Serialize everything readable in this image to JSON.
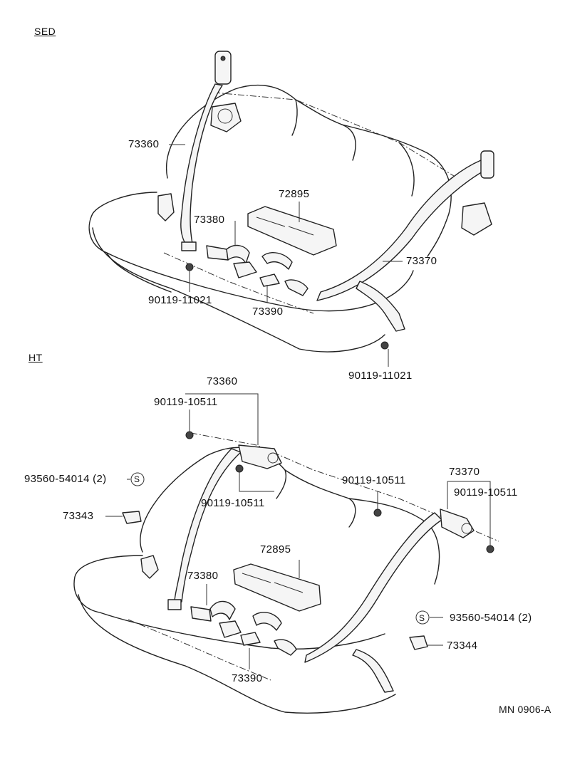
{
  "sections": {
    "sed": "SED",
    "ht": "HT"
  },
  "sed_labels": {
    "belt_front_left": "73360",
    "seat_belt_cover": "72895",
    "buckle_left": "73380",
    "belt_right": "73370",
    "bolt_left": "90119-11021",
    "buckle_center": "73390",
    "bolt_right": "90119-11021"
  },
  "ht_labels": {
    "belt_left": "73360",
    "bolt_top": "90119-10511",
    "screw_left": "93560-54014 (2)",
    "screw_left_symbol": "S",
    "bolt_left_lower": "90119-10511",
    "cover_left": "73343",
    "bolt_mid": "90119-10511",
    "belt_right": "73370",
    "bolt_right": "90119-10511",
    "seat_belt_cover": "72895",
    "buckle_left": "73380",
    "screw_right": "93560-54014 (2)",
    "screw_right_symbol": "S",
    "cover_right": "73344",
    "buckle_center": "73390"
  },
  "diagram_code": "MN 0906-A"
}
